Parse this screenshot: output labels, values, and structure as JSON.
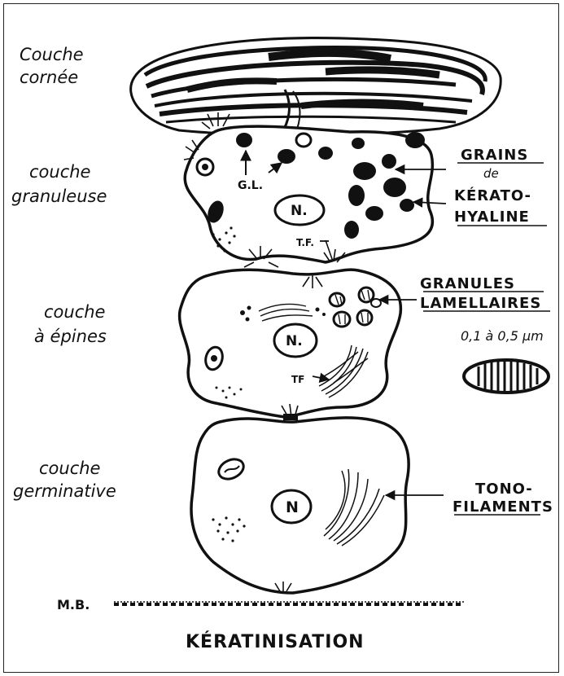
{
  "layers": {
    "cornee": [
      "Couche",
      "cornée"
    ],
    "granuleuse": [
      "couche",
      "granuleuse"
    ],
    "epines": [
      "couche",
      "à épines"
    ],
    "germinative": [
      "couche",
      "germinative"
    ]
  },
  "annotations": {
    "grains": [
      "GRAINS",
      "de",
      "KÉRATO-",
      "HYALINE"
    ],
    "granules": [
      "GRANULES",
      "LAMELLAIRES"
    ],
    "size": "0,1 à 0,5 µm",
    "tonofilaments": [
      "TONO-",
      "FILAMENTS"
    ],
    "gl": "G.L.",
    "tf1": "T.F.",
    "tf2": "TF",
    "nucleus1": "N.",
    "nucleus2": "N.",
    "nucleus3": "N",
    "mb": "M.B."
  },
  "title": "KÉRATINISATION"
}
